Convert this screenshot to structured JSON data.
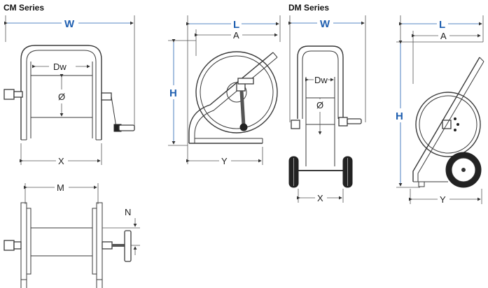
{
  "cm": {
    "title": "CM Series",
    "labels": {
      "w": "W",
      "dw": "Dw",
      "dia": "Ø",
      "x": "X",
      "l": "L",
      "a": "A",
      "h": "H",
      "y": "Y",
      "m": "M",
      "n": "N"
    }
  },
  "dm": {
    "title": "DM Series",
    "labels": {
      "w": "W",
      "dw": "Dw",
      "dia": "Ø",
      "x": "X",
      "l": "L",
      "a": "A",
      "h": "H",
      "y": "Y"
    }
  },
  "colors": {
    "accent": "#1f5fb0",
    "line": "#3a3a3a"
  }
}
